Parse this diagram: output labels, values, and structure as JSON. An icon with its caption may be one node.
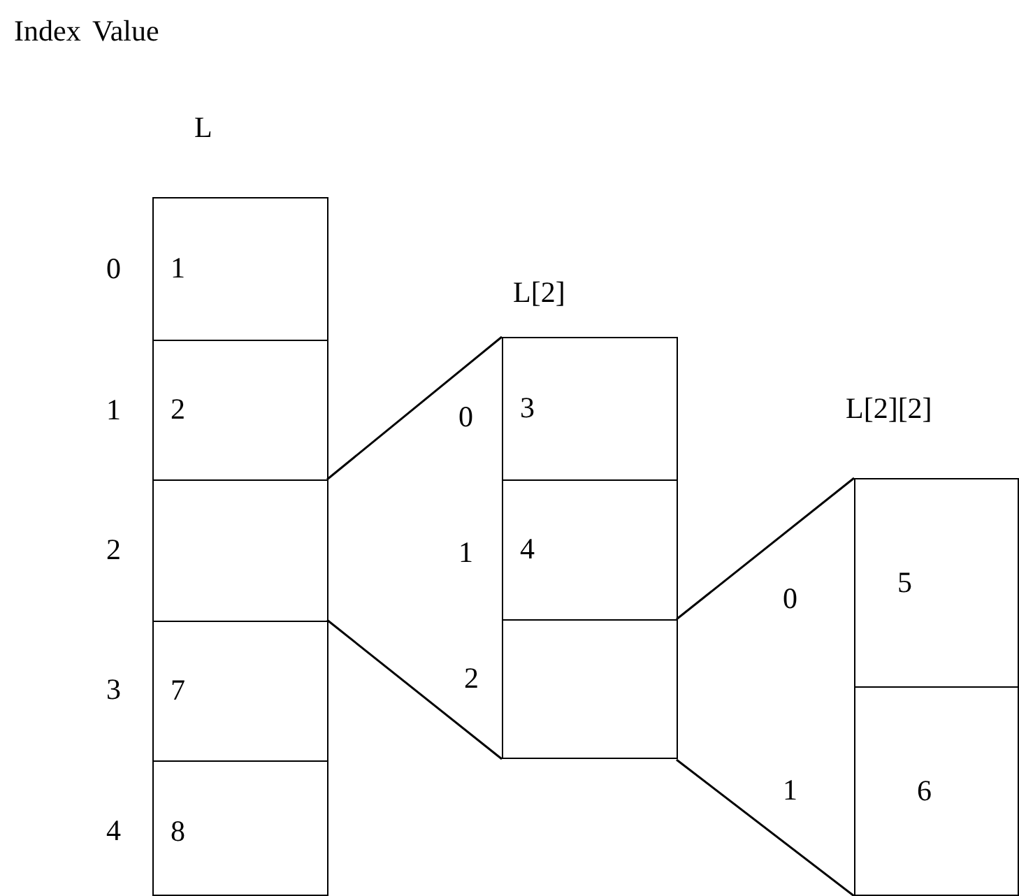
{
  "diagram": {
    "nodes": [
      {
        "text": [
          "L"
        ]
      },
      {
        "text": [
          "1"
        ],
        "in": 0
      },
      {
        "text": [
          "2"
        ],
        "in": 0
      },
      {
        "text": [],
        "shape": "box",
        "in": 0
      },
      {
        "text": [
          "7"
        ],
        "in": 0
      },
      {
        "text": [
          "8"
        ],
        "in": 0
      },
      {
        "text": [
          "L[2]"
        ]
      },
      {
        "text": [
          "3"
        ],
        "in": 6
      },
      {
        "text": [
          "4"
        ],
        "in": 6
      },
      {
        "text": [],
        "shape": "box",
        "in": 6
      },
      {
        "text": [
          "L[2][2]"
        ]
      },
      {
        "text": [
          "5"
        ],
        "in": 10
      },
      {
        "text": [
          "6"
        ],
        "in": 10
      }
    ],
    "edges": [
      {
        "from": 3,
        "to": 6,
        "arrow": "none"
      },
      {
        "from": 3,
        "to": 6,
        "arrow": "none"
      },
      {
        "from": 9,
        "to": 10,
        "arrow": "none"
      },
      {
        "from": 9,
        "to": 10,
        "arrow": "none"
      }
    ],
    "labels": [
      "Index",
      "Value",
      "0",
      "1",
      "2",
      "3",
      "4",
      "0",
      "1",
      "2",
      "0",
      "1"
    ]
  }
}
